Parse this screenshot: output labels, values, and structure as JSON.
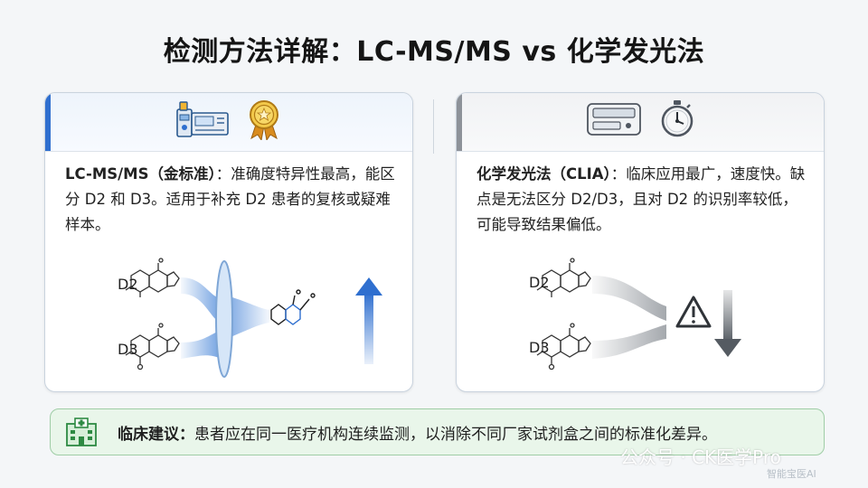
{
  "title": "检测方法详解：LC-MS/MS vs 化学发光法",
  "left_card": {
    "term": "LC-MS/MS（金标准）",
    "colon": "：",
    "desc": "准确度特异性最高，能区分 D2 和 D3。适用于补充 D2 患者的复核或疑难样本。",
    "label_top": "D2",
    "label_bottom": "D3",
    "icons": [
      "chromatograph-instrument-icon",
      "gold-medal-icon",
      "molecule-icon",
      "up-arrow-icon"
    ],
    "accent": "#2f6fcf"
  },
  "right_card": {
    "term": "化学发光法（CLIA）",
    "colon": "：",
    "desc": "临床应用最广，速度快。缺点是无法区分 D2/D3，且对 D2 的识别率较低，可能导致结果偏低。",
    "label_top": "D2",
    "label_bottom": "D3",
    "icons": [
      "analyzer-instrument-icon",
      "stopwatch-icon",
      "warning-icon",
      "down-arrow-icon"
    ],
    "accent": "#8d9299"
  },
  "advice": {
    "label": "临床建议",
    "colon": "：",
    "text": "患者应在同一医疗机构连续监测，以消除不同厂家试剂盒之间的标准化差异。",
    "icon": "hospital-icon",
    "bg": "#e9f6ea"
  },
  "watermark": {
    "main": "公众号 · CK医学Pro",
    "sub": "智能宝医AI"
  }
}
